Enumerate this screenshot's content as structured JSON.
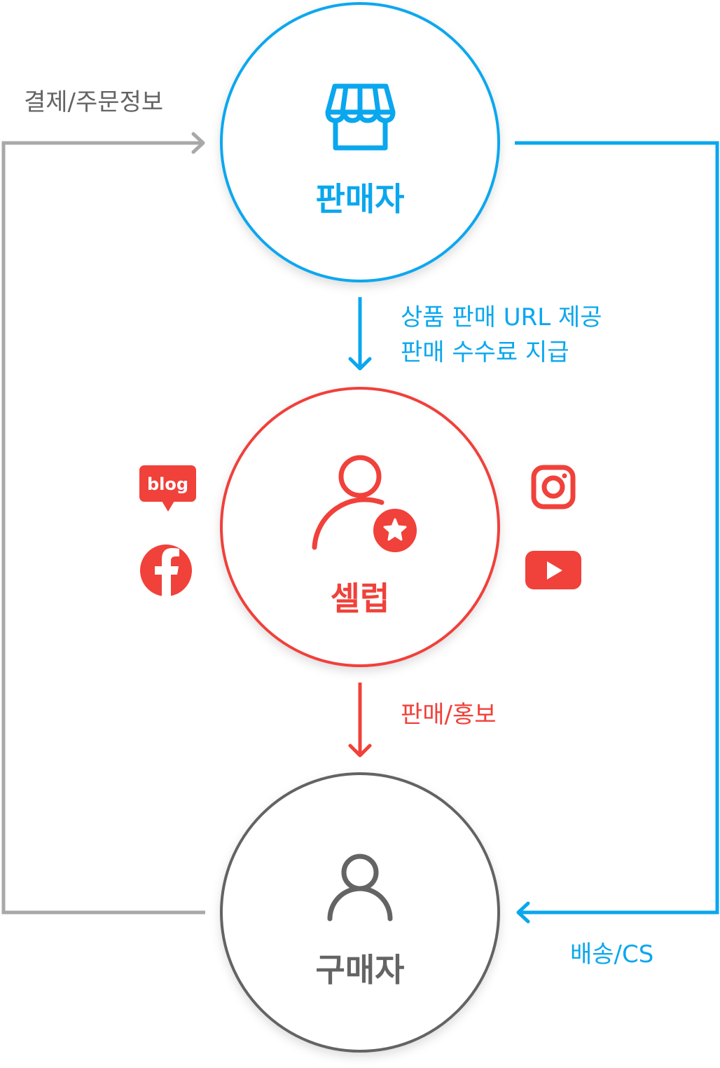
{
  "colors": {
    "blue": "#0aa7ee",
    "red": "#f0413a",
    "dark_gray": "#646464",
    "light_gray": "#a8a8a8"
  },
  "nodes": {
    "seller": {
      "label": "판매자",
      "icon": "store-icon"
    },
    "celeb": {
      "label": "셀럽",
      "icon": "user-star-icon"
    },
    "buyer": {
      "label": "구매자",
      "icon": "user-icon"
    }
  },
  "flows": {
    "payment_order": {
      "label": "결제/주문정보"
    },
    "seller_to_celeb": {
      "line1": "상품 판매 URL 제공",
      "line2": "판매 수수료 지급"
    },
    "celeb_to_buyer": {
      "label": "판매/홍보"
    },
    "delivery_cs": {
      "label": "배송/CS"
    }
  },
  "channels": {
    "blog": {
      "text": "blog",
      "icon": "blog-icon"
    },
    "facebook": {
      "icon": "facebook-icon"
    },
    "instagram": {
      "icon": "instagram-icon"
    },
    "youtube": {
      "icon": "youtube-icon"
    }
  }
}
